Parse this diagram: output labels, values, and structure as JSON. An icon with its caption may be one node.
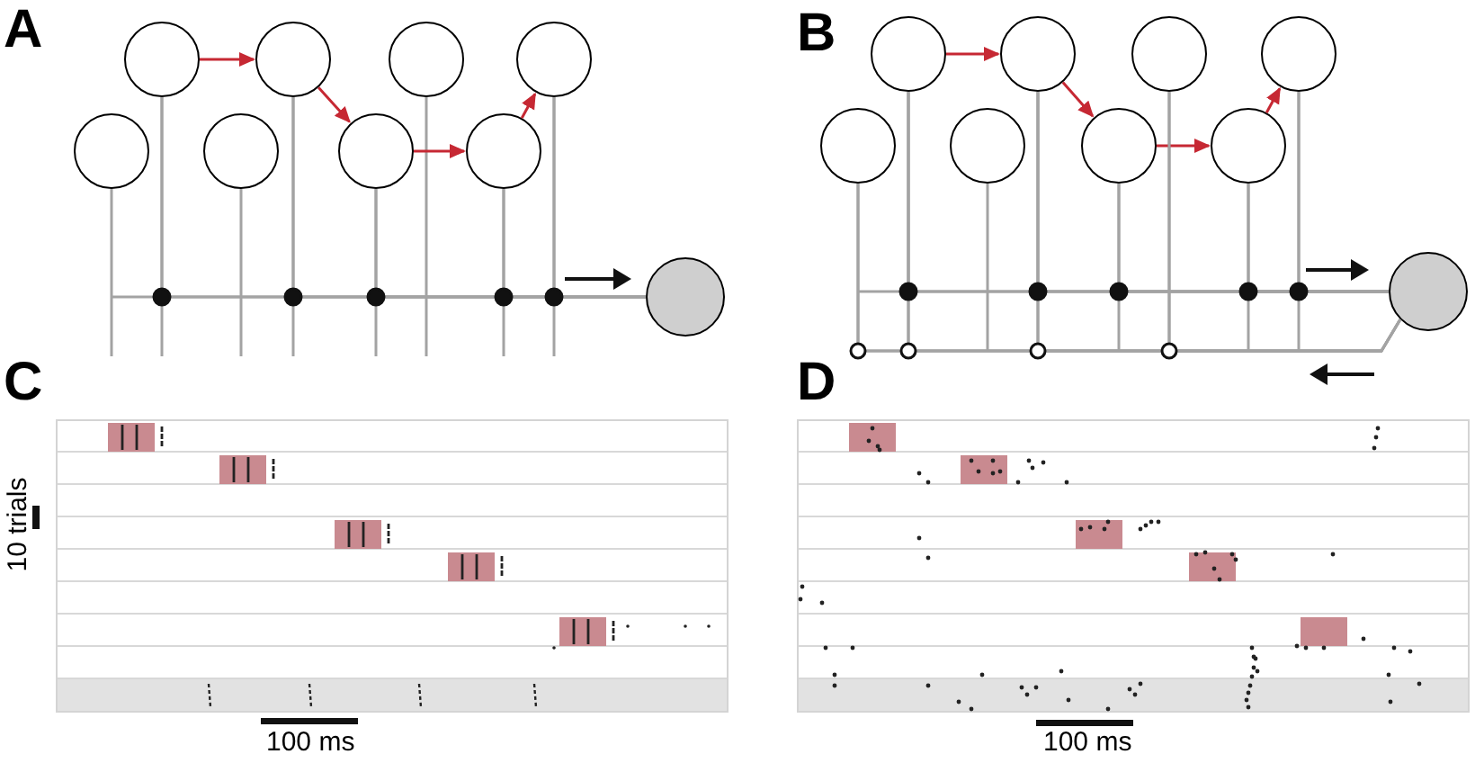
{
  "diagram": {
    "nodes": [
      {
        "text": [],
        "shape": "circle"
      },
      {
        "text": [],
        "shape": "circle"
      },
      {
        "text": [],
        "shape": "circle"
      },
      {
        "text": [],
        "shape": "circle"
      },
      {
        "text": [],
        "shape": "circle"
      },
      {
        "text": [],
        "shape": "circle"
      },
      {
        "text": [],
        "shape": "circle"
      },
      {
        "text": [],
        "shape": "circle"
      },
      {
        "text": [],
        "shape": "circle"
      },
      {
        "text": [],
        "shape": "circle"
      },
      {
        "text": [],
        "shape": "circle"
      },
      {
        "text": [],
        "shape": "circle"
      },
      {
        "text": [],
        "shape": "circle"
      },
      {
        "text": [],
        "shape": "circle"
      },
      {
        "text": [],
        "shape": "circle"
      },
      {
        "text": [],
        "shape": "circle"
      },
      {
        "text": [],
        "shape": "circle"
      },
      {
        "text": [],
        "shape": "circle"
      }
    ],
    "edges": [
      {
        "from": 0,
        "to": 1,
        "arrow": "to",
        "color": "#c62833"
      },
      {
        "from": 1,
        "to": 6,
        "arrow": "to",
        "color": "#c62833"
      },
      {
        "from": 6,
        "to": 7,
        "arrow": "to",
        "color": "#c62833"
      },
      {
        "from": 7,
        "to": 3,
        "arrow": "to",
        "color": "#c62833"
      },
      {
        "from": 0,
        "to": 8,
        "arrow": "none"
      },
      {
        "from": 1,
        "to": 8,
        "arrow": "none"
      },
      {
        "from": 6,
        "to": 8,
        "arrow": "none"
      },
      {
        "from": 7,
        "to": 8,
        "arrow": "none"
      },
      {
        "from": 3,
        "to": 8,
        "arrow": "none"
      },
      {
        "from": 9,
        "to": 10,
        "arrow": "to",
        "color": "#c62833"
      },
      {
        "from": 10,
        "to": 15,
        "arrow": "to",
        "color": "#c62833"
      },
      {
        "from": 15,
        "to": 16,
        "arrow": "to",
        "color": "#c62833"
      },
      {
        "from": 16,
        "to": 12,
        "arrow": "to",
        "color": "#c62833"
      },
      {
        "from": 9,
        "to": 17,
        "arrow": "none"
      },
      {
        "from": 10,
        "to": 17,
        "arrow": "none"
      },
      {
        "from": 15,
        "to": 17,
        "arrow": "none"
      },
      {
        "from": 16,
        "to": 17,
        "arrow": "none"
      },
      {
        "from": 12,
        "to": 17,
        "arrow": "none"
      },
      {
        "from": 17,
        "to": 13,
        "arrow": "none"
      },
      {
        "from": 17,
        "to": 9,
        "arrow": "none"
      },
      {
        "from": 17,
        "to": 10,
        "arrow": "none"
      },
      {
        "from": 17,
        "to": 11,
        "arrow": "none"
      }
    ],
    "labels": [
      "A",
      "B",
      "C",
      "D",
      "10 trials",
      "100 ms",
      "100 ms"
    ]
  }
}
